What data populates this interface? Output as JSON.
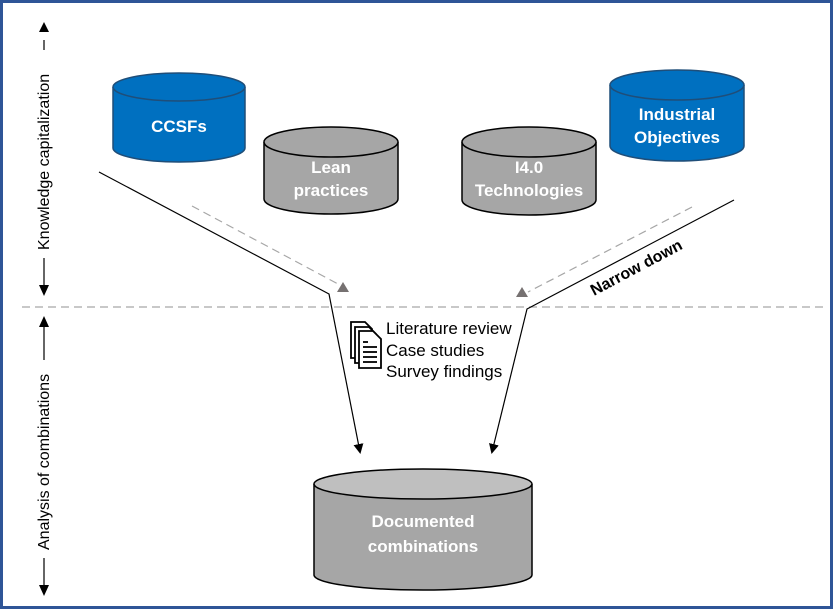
{
  "colors": {
    "frame_border": "#2F5597",
    "blue_fill": "#0070C0",
    "blue_stroke": "#1F4E79",
    "grey_fill": "#A6A6A6",
    "grey_top": "#BFBFBF",
    "label_text": "#FFFFFF",
    "dashed_line": "#A6A6A6",
    "dashed_arrow": "#767171"
  },
  "axis": {
    "top_phase": "Knowledge capitalization",
    "bottom_phase": "Analysis of combinations"
  },
  "cylinders": {
    "ccsfs": {
      "line1": "CCSFs",
      "line2": ""
    },
    "lean": {
      "line1": "Lean",
      "line2": "practices"
    },
    "i40": {
      "line1": "I4.0",
      "line2": "Technologies"
    },
    "industrial": {
      "line1": "Industrial",
      "line2": "Objectives"
    },
    "documented": {
      "line1": "Documented",
      "line2": "combinations"
    }
  },
  "sources": {
    "icon": "documents-icon",
    "items": [
      "Literature review",
      "Case studies",
      "Survey findings"
    ]
  },
  "annotations": {
    "narrow_down": "Narrow down"
  }
}
